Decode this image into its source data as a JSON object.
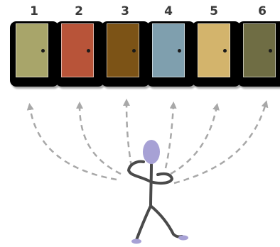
{
  "doors": [
    {
      "number": "1",
      "color": "#a8a56a"
    },
    {
      "number": "2",
      "color": "#b85439"
    },
    {
      "number": "3",
      "color": "#7c5316"
    },
    {
      "number": "4",
      "color": "#7f9fae"
    },
    {
      "number": "5",
      "color": "#d3b46c"
    },
    {
      "number": "6",
      "color": "#6f6d44"
    }
  ],
  "figure": {
    "head_color": "#a7a1d5",
    "body_color": "#4a4a4a"
  },
  "arrow_color": "#a8a8a8"
}
